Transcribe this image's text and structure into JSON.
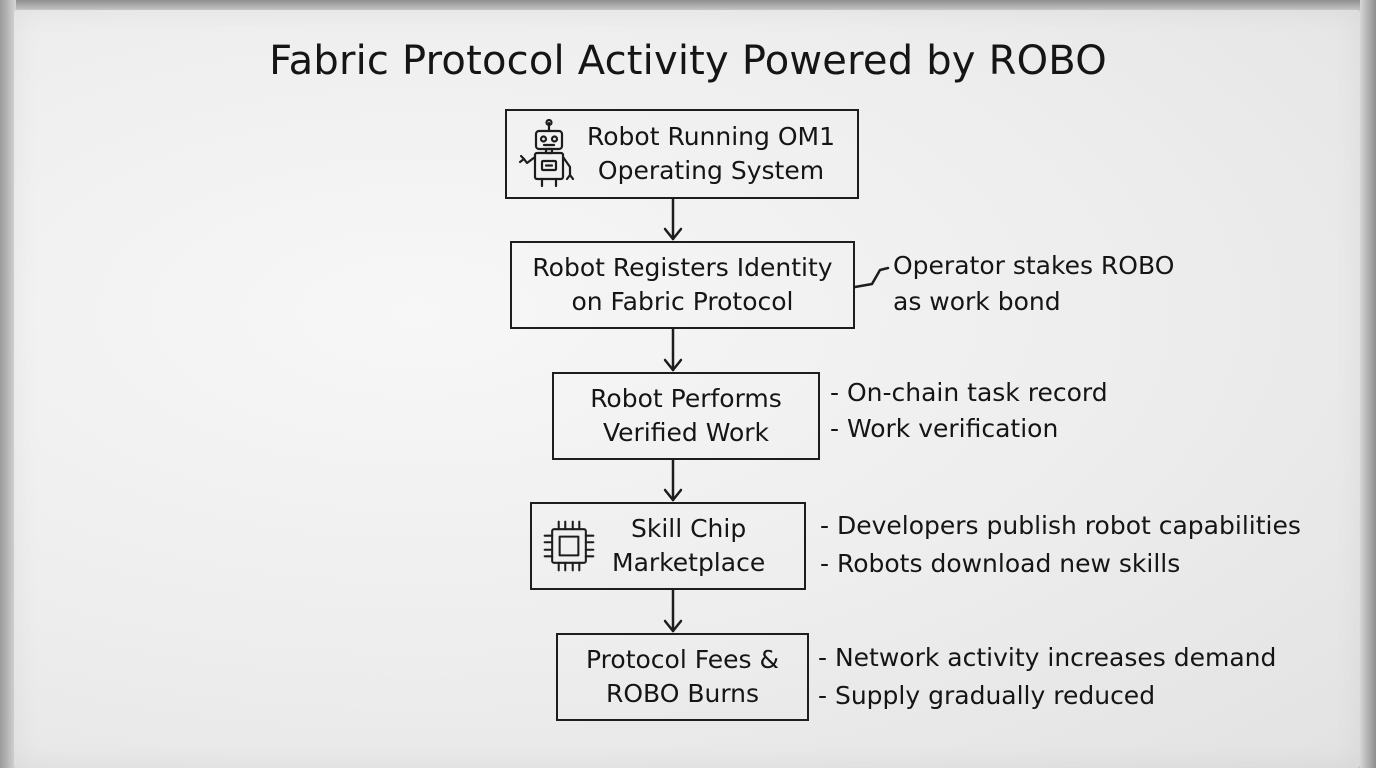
{
  "title": "Fabric Protocol Activity Powered by ROBO",
  "nodes": [
    {
      "text": "Robot Running OM1\nOperating System",
      "icon": "robot-icon"
    },
    {
      "text": "Robot Registers Identity\non Fabric Protocol"
    },
    {
      "text": "Robot Performs\nVerified Work"
    },
    {
      "text": "Skill Chip\nMarketplace",
      "icon": "chip-icon"
    },
    {
      "text": "Protocol Fees &\nROBO Burns"
    }
  ],
  "notes": {
    "registers": [
      "Operator stakes ROBO",
      "as work bond"
    ],
    "performs": [
      "- On-chain task record",
      "- Work verification"
    ],
    "marketplace": [
      "- Developers publish robot capabilities",
      "- Robots download new skills"
    ],
    "fees": [
      "- Network activity increases demand",
      "- Supply gradually reduced"
    ]
  }
}
